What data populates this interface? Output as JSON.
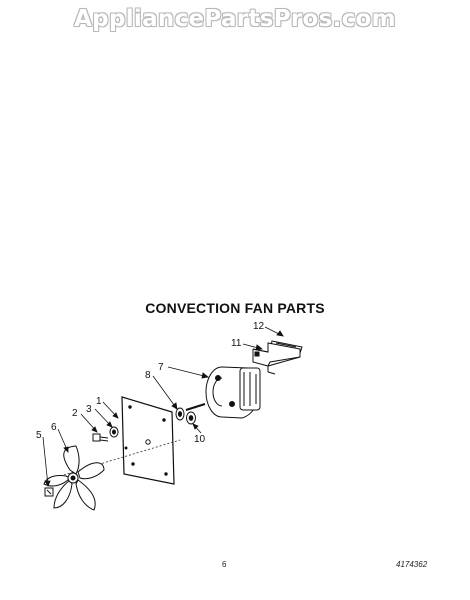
{
  "watermark": "AppliancePartsPros.com",
  "title": "CONVECTION FAN PARTS",
  "callouts": [
    {
      "id": "1",
      "label": "1"
    },
    {
      "id": "2",
      "label": "2"
    },
    {
      "id": "3",
      "label": "3"
    },
    {
      "id": "5",
      "label": "5"
    },
    {
      "id": "6",
      "label": "6"
    },
    {
      "id": "7",
      "label": "7"
    },
    {
      "id": "8",
      "label": "8"
    },
    {
      "id": "10",
      "label": "10"
    },
    {
      "id": "11",
      "label": "11"
    },
    {
      "id": "12",
      "label": "12"
    }
  ],
  "page_number": "6",
  "doc_number": "4174362"
}
